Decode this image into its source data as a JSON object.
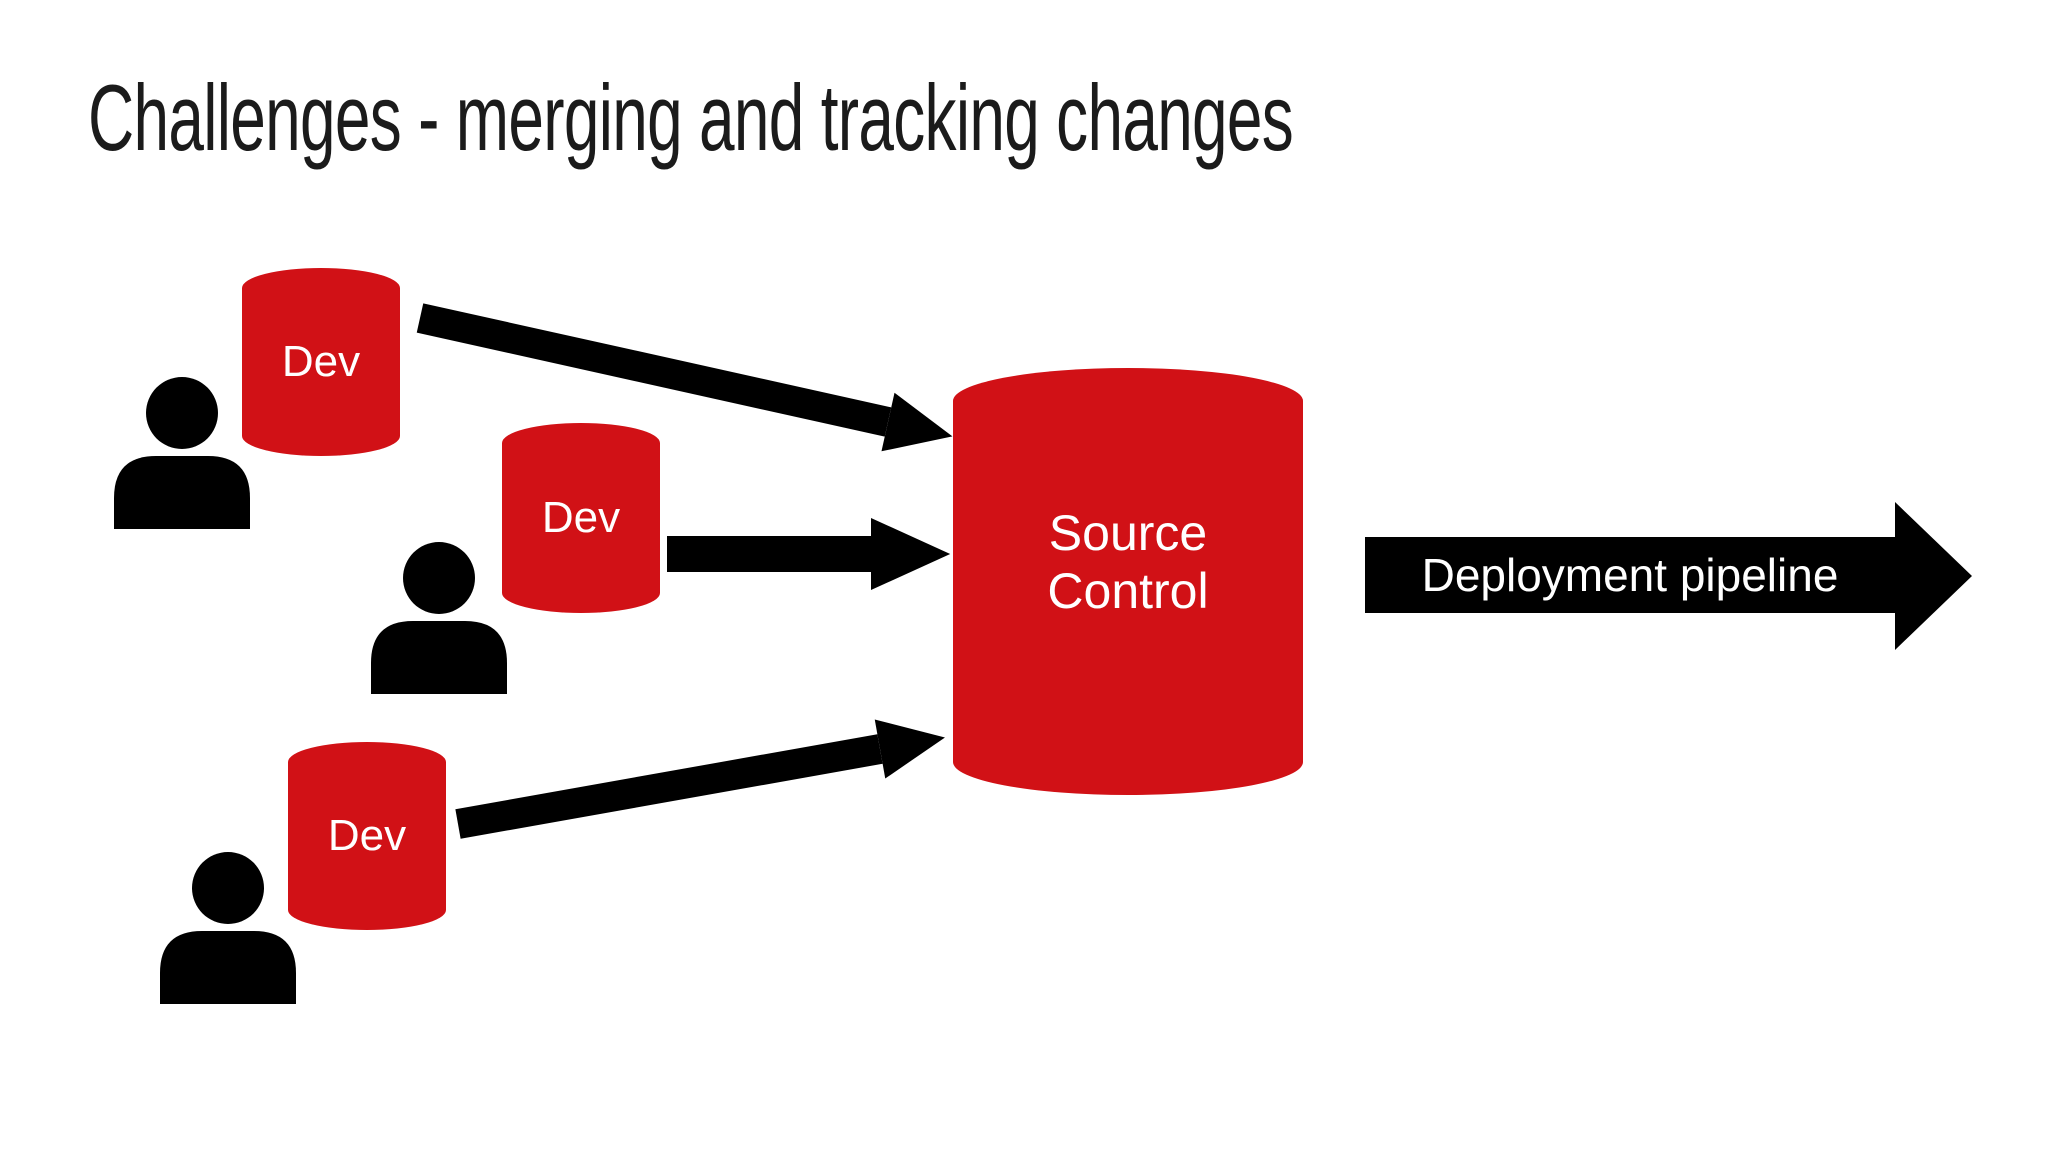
{
  "slide": {
    "title": "Challenges - merging and tracking changes"
  },
  "diagram": {
    "dev_nodes": [
      {
        "label": "Dev"
      },
      {
        "label": "Dev"
      },
      {
        "label": "Dev"
      }
    ],
    "source_control": {
      "label": "Source Control"
    },
    "pipeline": {
      "label": "Deployment pipeline"
    },
    "icons": [
      {
        "name": "person-icon"
      },
      {
        "name": "person-icon"
      },
      {
        "name": "person-icon"
      }
    ],
    "colors": {
      "node_red": "#D11116",
      "shape_black": "#000000",
      "title_text": "#1B1B1B",
      "node_label_text": "#FFFFFF"
    }
  }
}
